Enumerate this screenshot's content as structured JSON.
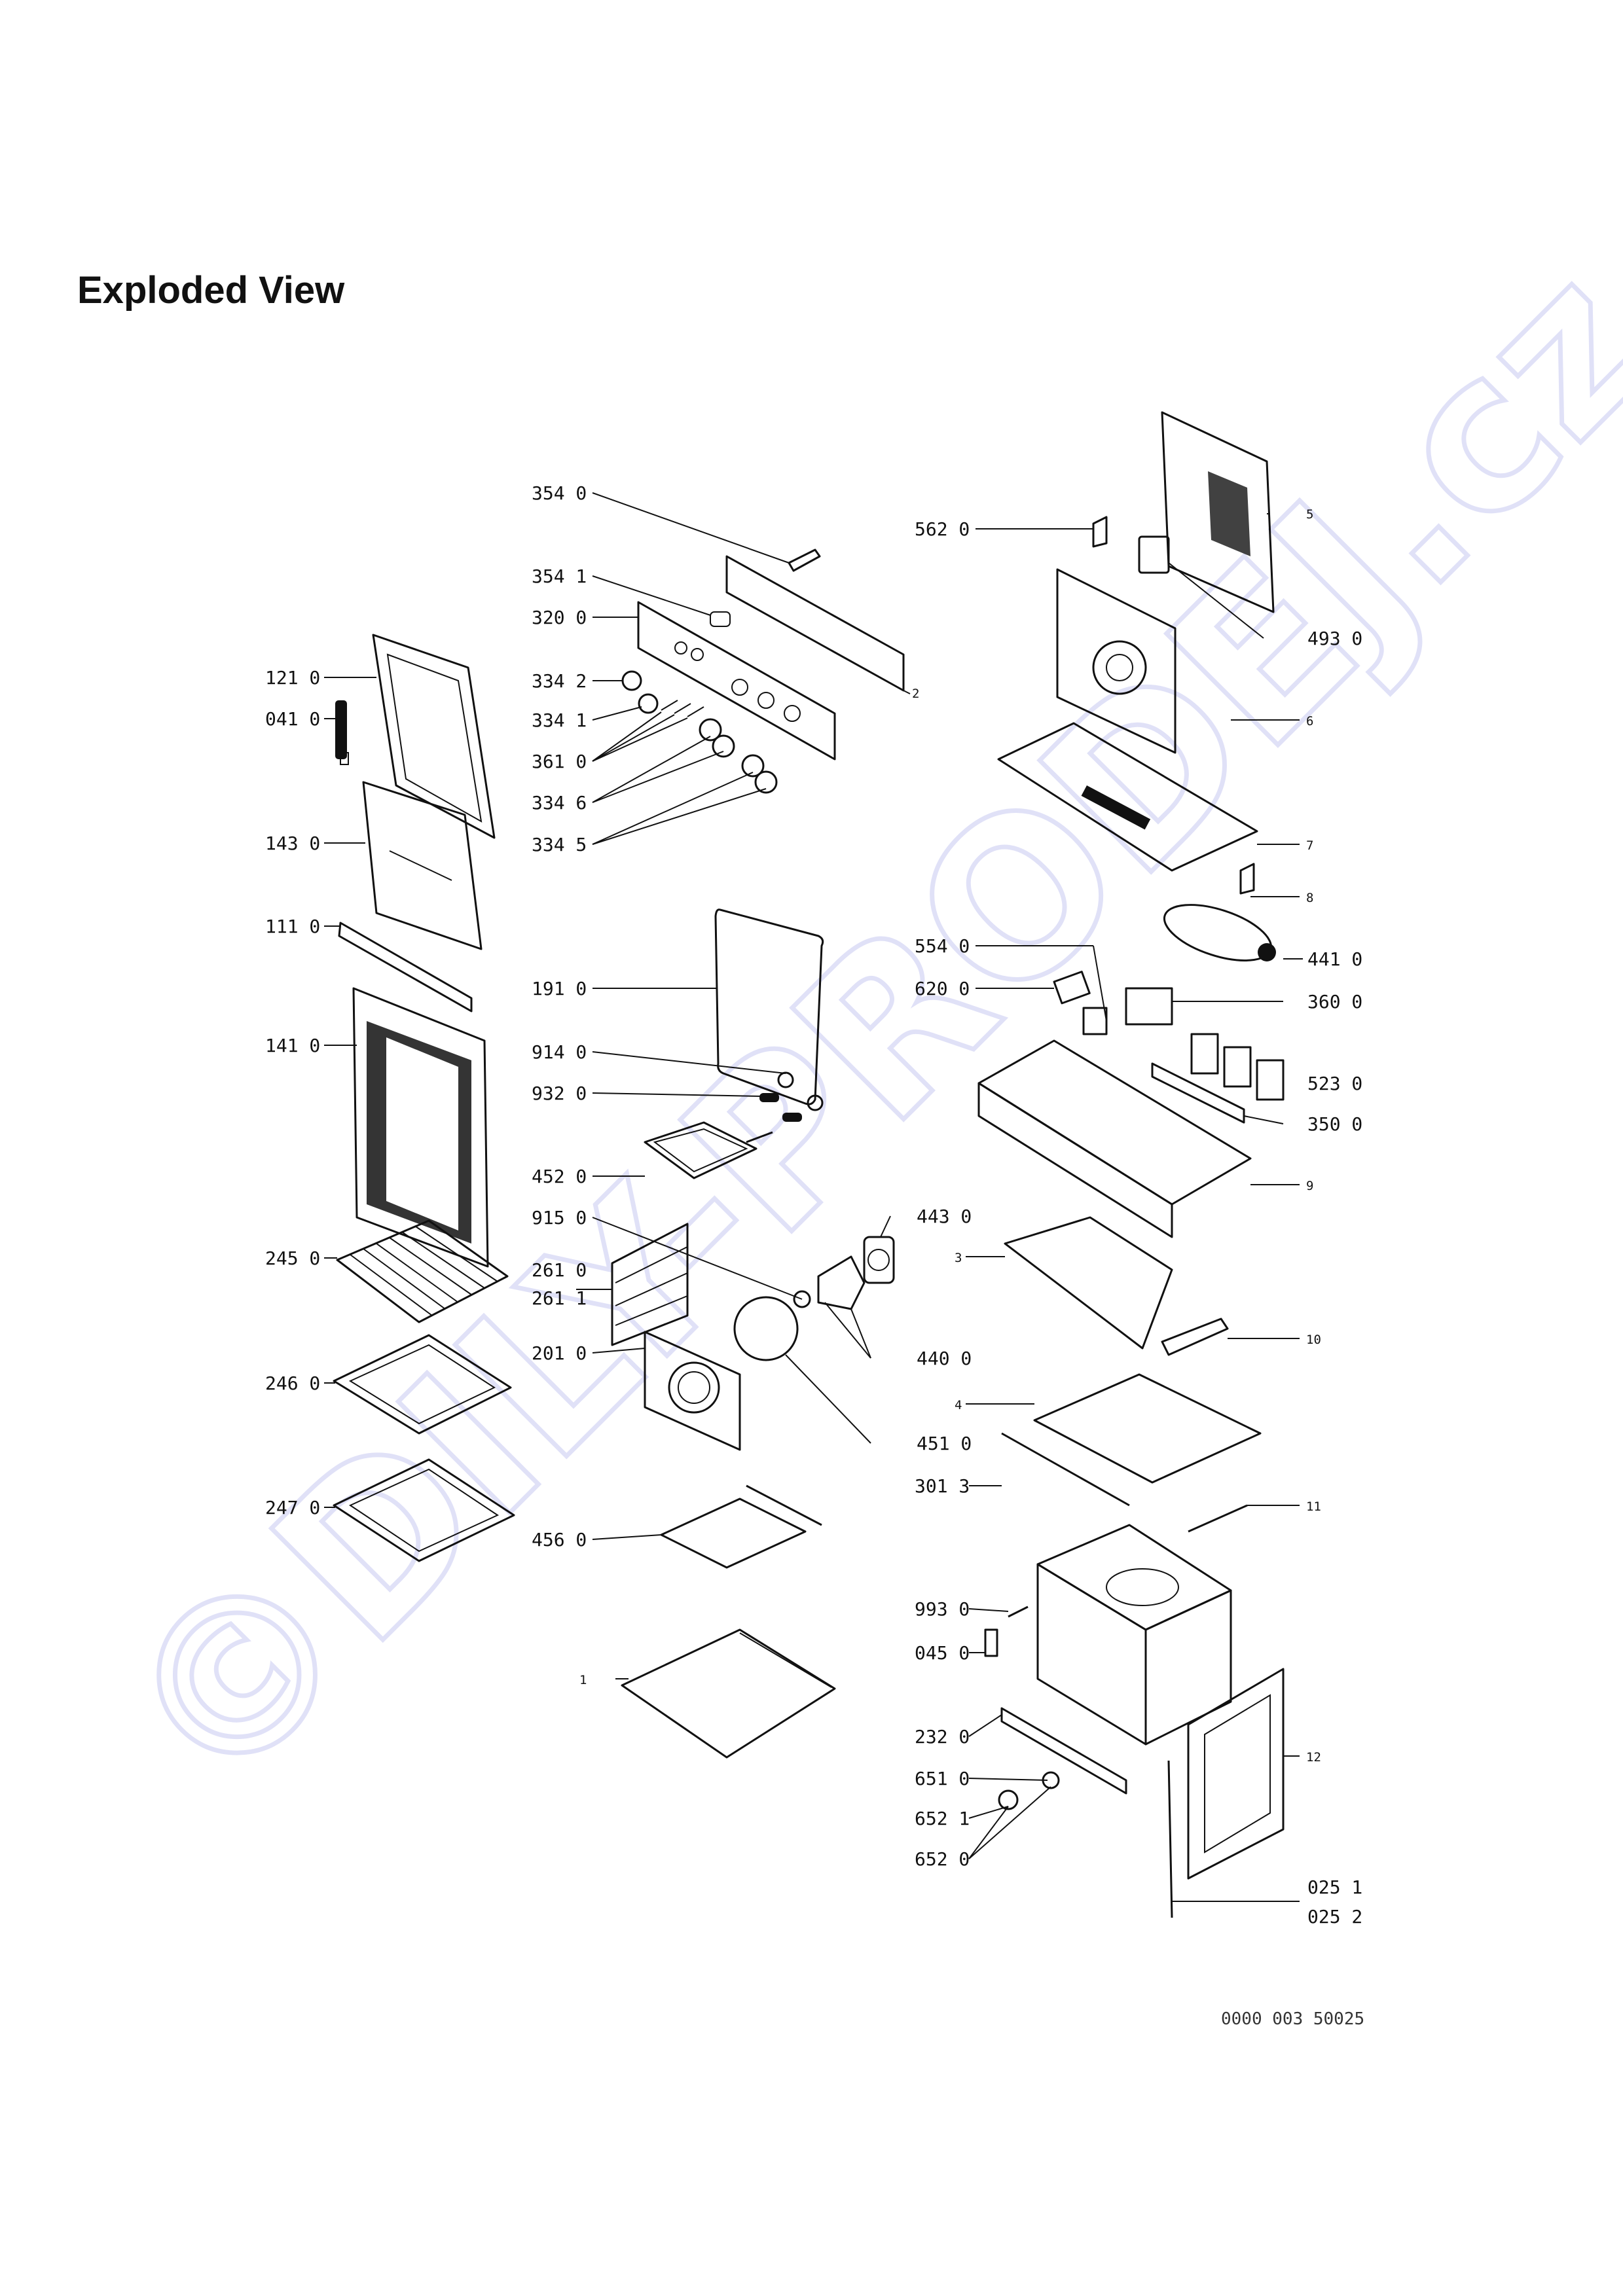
{
  "title": "Exploded View",
  "doc_code": "0000 003 50025",
  "watermark": "©DILY-PRODEJ.cz",
  "labels": {
    "l354_0": "354  0",
    "l354_1": "354  1",
    "l320_0": "320  0",
    "l334_2": "334  2",
    "l334_1": "334  1",
    "l361_0": "361  0",
    "l334_6": "334  6",
    "l334_5": "334  5",
    "l121_0": "121  0",
    "l041_0": "041  0",
    "l143_0": "143  0",
    "l111_0": "111  0",
    "l141_0": "141  0",
    "l191_0": "191  0",
    "l914_0": "914  0",
    "l932_0": "932  0",
    "l452_0": "452  0",
    "l915_0": "915  0",
    "l261_0": "261  0",
    "l261_1": "261  1",
    "l201_0": "201  0",
    "l245_0": "245  0",
    "l246_0": "246  0",
    "l247_0": "247  0",
    "l456_0": "456  0",
    "l443_0": "443  0",
    "l440_0": "440  0",
    "l451_0": "451  0",
    "l562_0": "562  0",
    "l493_0": "493  0",
    "l554_0": "554  0",
    "l620_0": "620  0",
    "l441_0": "441  0",
    "l360_0": "360  0",
    "l523_0": "523  0",
    "l350_0": "350  0",
    "l301_3": "301  3",
    "l993_0": "993  0",
    "l045_0": "045  0",
    "l232_0": "232  0",
    "l651_0": "651  0",
    "l652_1": "652  1",
    "l652_0": "652  0",
    "l025_1": "025  1",
    "l025_2": "025  2",
    "n1": "1",
    "n2": "2",
    "n3": "3",
    "n4": "4",
    "n5": "5",
    "n6": "6",
    "n7": "7",
    "n8": "8",
    "n9": "9",
    "n10": "10",
    "n11": "11",
    "n12": "12"
  }
}
